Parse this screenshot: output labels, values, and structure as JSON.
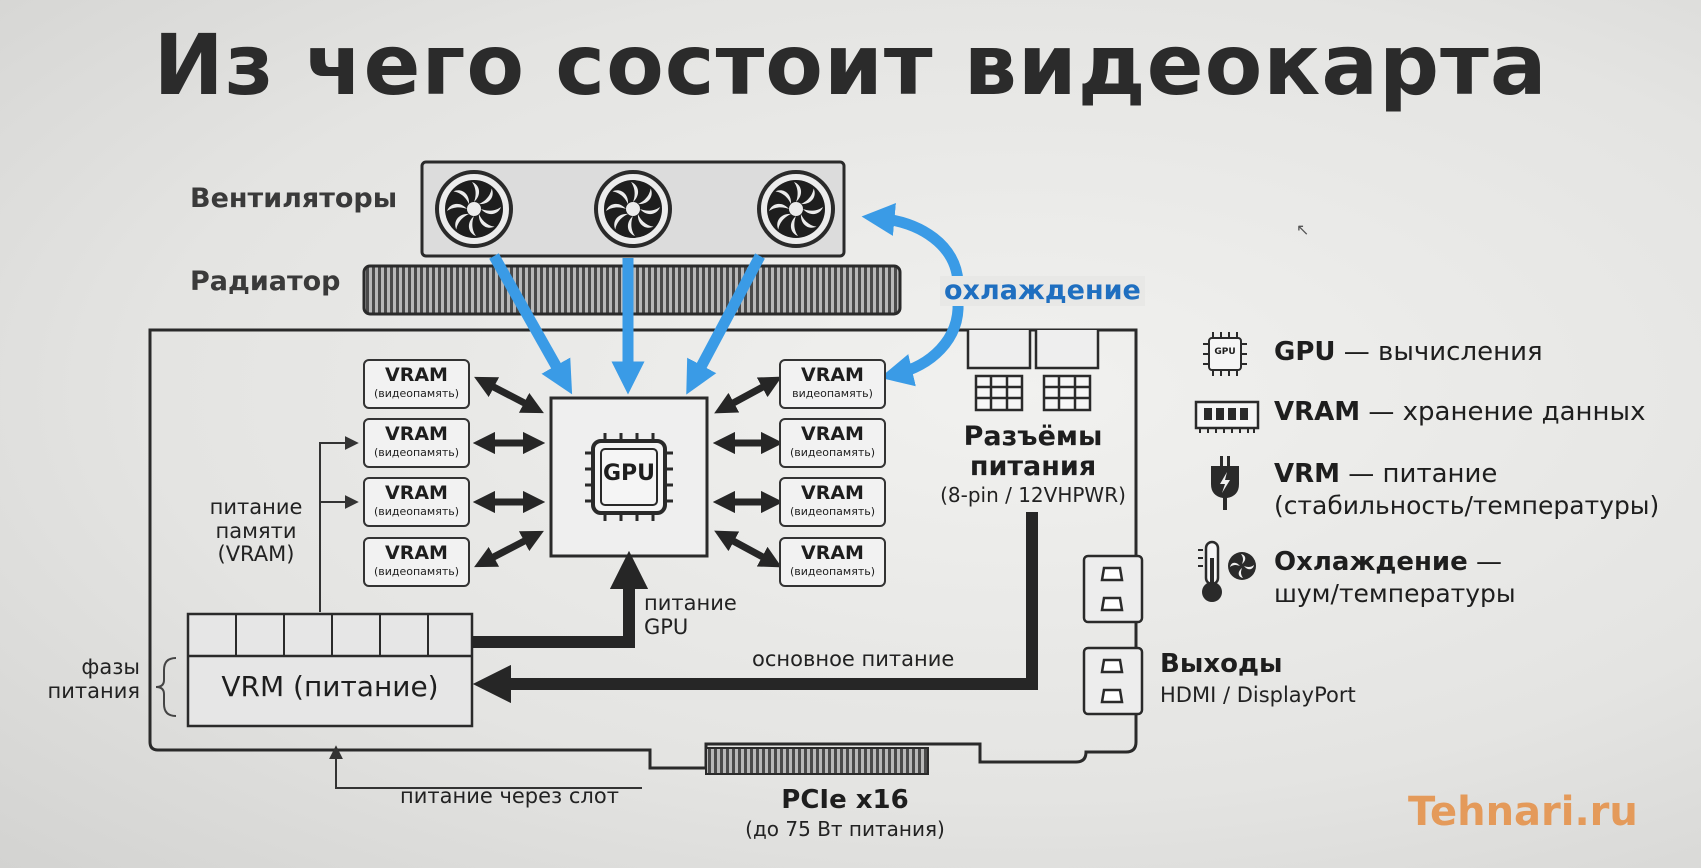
{
  "title": "Из чего состоит видеокарта",
  "components": {
    "fans": "Вентиляторы",
    "radiator": "Радиатор",
    "cooling": "охлаждение",
    "gpu_chip": "GPU",
    "vram_label": "VRAM",
    "vram_sub": "(видеопамять)",
    "vram_left": [
      {
        "label": "VRAM",
        "sub": "(видеопамять)"
      },
      {
        "label": "VRAM",
        "sub": "(видеопамять)"
      },
      {
        "label": "VRAM",
        "sub": "(видеопамять)"
      },
      {
        "label": "VRAM",
        "sub": "(видеопамять)"
      }
    ],
    "vram_right": [
      {
        "label": "VRAM",
        "sub": "видеопамять)"
      },
      {
        "label": "VRAM",
        "sub": "(видеопамять)"
      },
      {
        "label": "VRAM",
        "sub": "(видеопамять)"
      },
      {
        "label": "VRAM",
        "sub": "(видеопамять)"
      }
    ],
    "power_connectors": {
      "line1": "Разъёмы",
      "line2": "питания",
      "spec": "(8-pin / 12VHPWR)"
    },
    "memory_power": {
      "line1": "питание",
      "line2": "памяти",
      "line3": "(VRAM)"
    },
    "gpu_power": {
      "line1": "питание",
      "line2": "GPU"
    },
    "main_power": "основное питание",
    "power_phases": {
      "line1": "фазы",
      "line2": "питания"
    },
    "vrm_block": "VRM (питание)",
    "outputs": {
      "title": "Выходы",
      "sub": "HDMI / DisplayPort"
    },
    "slot_power": "питание через слот",
    "pcie": {
      "title": "PCIe x16",
      "sub": "(до 75 Вт питания)"
    }
  },
  "legend": [
    {
      "icon": "gpu-chip-icon",
      "term": "GPU",
      "desc": " — вычисления",
      "desc2": ""
    },
    {
      "icon": "ram-module-icon",
      "term": "VRAM",
      "desc": " — хранение данных",
      "desc2": ""
    },
    {
      "icon": "power-plug-icon",
      "term": "VRM",
      "desc": " — питание",
      "desc2": "(стабильность/температуры)"
    },
    {
      "icon": "thermometer-fan-icon",
      "term": "Охлаждение",
      "desc": " —",
      "desc2": "шум/температуры"
    }
  ],
  "legend_gpu_icon_text": "GPU",
  "watermark": "Tehnari.ru",
  "colors": {
    "arrow_blue": "#3a9be6",
    "dark": "#262626",
    "label_blue": "#1f6fc0",
    "watermark": "#e49a5a"
  }
}
